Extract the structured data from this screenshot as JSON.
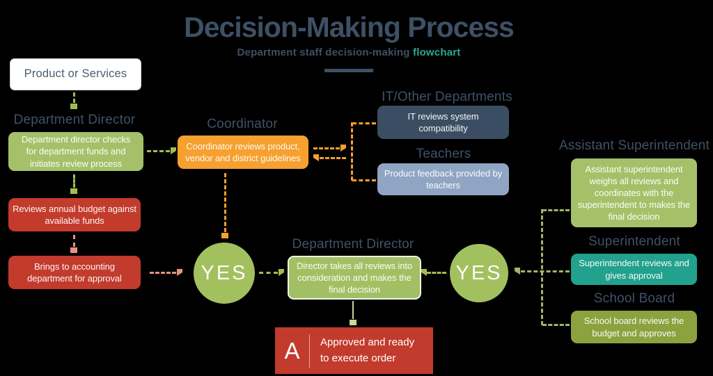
{
  "header": {
    "title": "Decision-Making Process",
    "subtitle": "Department staff decision-making ",
    "subtitle_highlight": "flowchart"
  },
  "left_flow": {
    "product_label": "Product or Services",
    "director_heading": "Department Director",
    "director_text": "Department director checks\nfor department funds and\ninitiates review process",
    "budget_text": "Reviews annual budget against\navailable funds",
    "accounting_text": "Brings to accounting\ndepartment for approval"
  },
  "coordinator": {
    "heading": "Coordinator",
    "text": "Coordinator reviews product,\nvendor and district guidelines"
  },
  "reviews": {
    "it_heading": "IT/Other Departments",
    "it_text": "IT reviews system\ncompatibility",
    "teachers_heading": "Teachers",
    "teachers_text": "Product feedback provided by\nteachers"
  },
  "decision": {
    "yes_left": "YES",
    "yes_right": "YES",
    "director_heading": "Department Director",
    "director_text": "Director takes all reviews into\nconsideration and makes the\nfinal decision",
    "approved_letter": "A",
    "approved_text": "Approved and ready\nto execute order"
  },
  "right_flow": {
    "assistant_heading": "Assistant Superintendent",
    "assistant_text": "Assistant superintendent\nweighs all reviews and\ncoordinates with the\nsuperintendent to makes the\nfinal decision",
    "superintendent_heading": "Superintendent",
    "superintendent_text": "Superintendent reviews and\ngives approval",
    "board_heading": "School Board",
    "board_text": "School board reviews the\nbudget and approves"
  },
  "colors": {
    "title_slate": "#3d5064",
    "subtitle_green": "#2aaa8e",
    "green_box": "#a4c169",
    "red_box": "#c23b2d",
    "orange_box": "#f5a02f",
    "slate_box": "#3b4d62",
    "bluegray_box": "#8fa5c3",
    "teal_box": "#22a18d",
    "olive_box": "#8ca23f",
    "salmon_arrow": "#eb9181",
    "green_arrow": "#a2bd4f",
    "olive_arrow": "#9fb669",
    "pale_arrow": "#c6d89f"
  }
}
